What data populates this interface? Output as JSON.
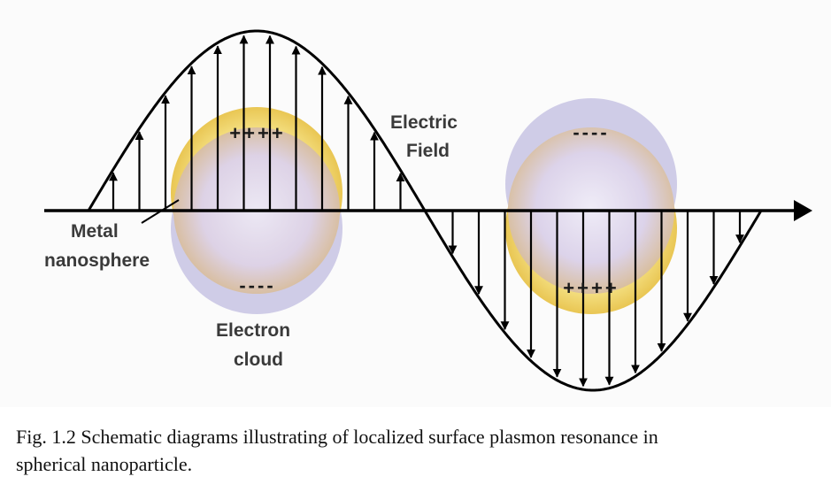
{
  "labels": {
    "electric_field_line1": "Electric",
    "electric_field_line2": "Field",
    "metal_line1": "Metal",
    "metal_line2": "nanosphere",
    "electron_line1": "Electron",
    "electron_line2": "cloud",
    "plus_charges": "++++",
    "minus_charges": "----"
  },
  "caption": {
    "line1": "Fig. 1.2 Schematic diagrams illustrating of localized surface plasmon resonance in",
    "line2": "spherical nanoparticle."
  },
  "colors": {
    "electron_cloud": "#c9c8e6",
    "nanosphere_core": "#d8cfe8",
    "nanosphere_rim": "#f0d060",
    "wave": "#000000"
  }
}
